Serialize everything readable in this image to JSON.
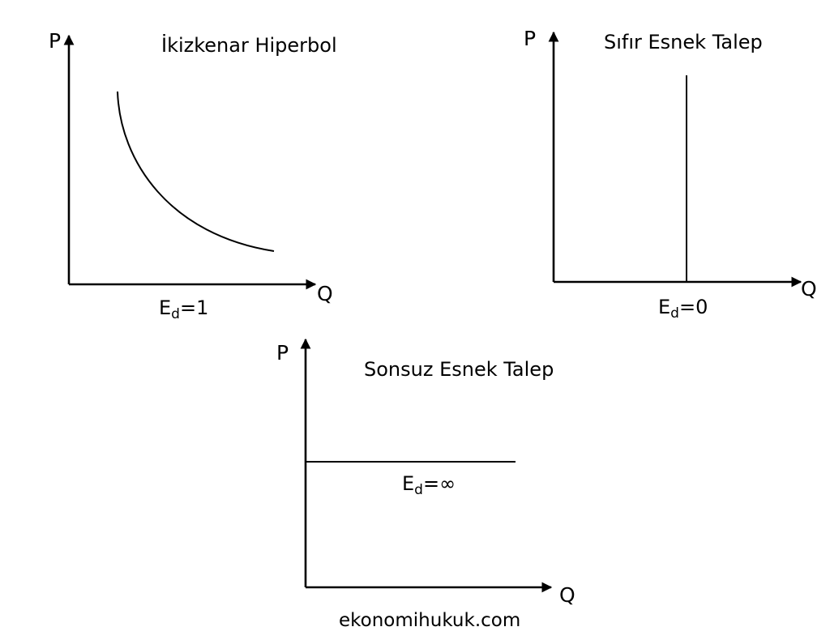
{
  "panels": [
    {
      "title": "İkizkenar Hiperbol",
      "y_axis": "P",
      "x_axis": "Q",
      "elasticity": {
        "symbol": "E",
        "subscript": "d",
        "value": "=1"
      }
    },
    {
      "title": "Sıfır Esnek Talep",
      "y_axis": "P",
      "x_axis": "Q",
      "elasticity": {
        "symbol": "E",
        "subscript": "d",
        "value": "=0"
      }
    },
    {
      "title": "Sonsuz Esnek Talep",
      "y_axis": "P",
      "x_axis": "Q",
      "elasticity": {
        "symbol": "E",
        "subscript": "d",
        "value": "=∞"
      }
    }
  ],
  "footer": "ekonomihukuk.com"
}
